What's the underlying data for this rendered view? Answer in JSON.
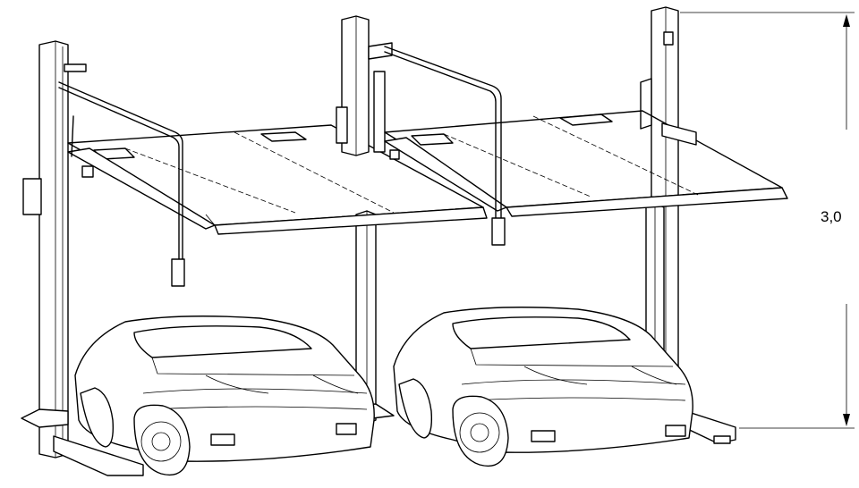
{
  "dimension": {
    "label": "3,0",
    "color": "#000000"
  },
  "background": "#ffffff",
  "icons": [
    "parking-lift-drawing",
    "car-drawing"
  ]
}
